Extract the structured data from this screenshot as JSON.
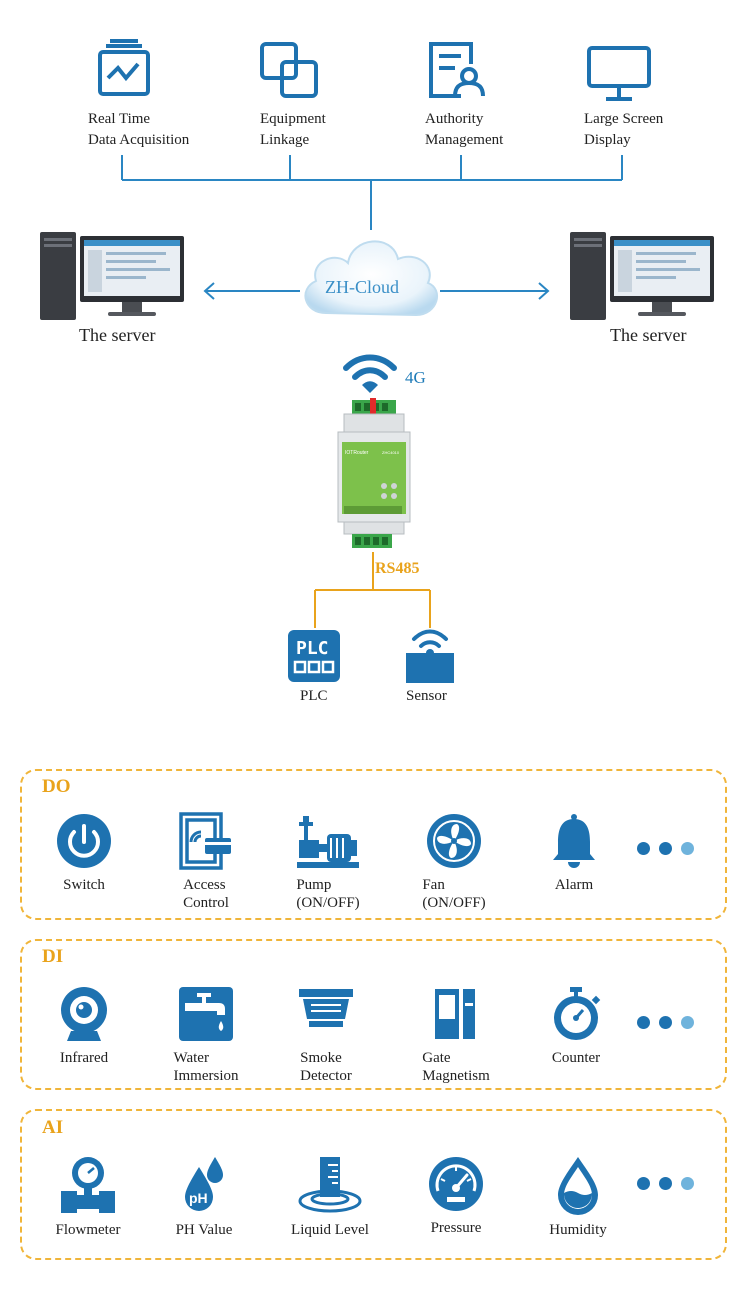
{
  "features": [
    {
      "icon": "monitor-chart-icon",
      "label_line1": "Real Time",
      "label_line2": "Data Acquisition"
    },
    {
      "icon": "linked-squares-icon",
      "label_line1": "Equipment",
      "label_line2": "Linkage"
    },
    {
      "icon": "id-card-user-icon",
      "label_line1": "Authority",
      "label_line2": "Management"
    },
    {
      "icon": "display-screen-icon",
      "label_line1": "Large Screen",
      "label_line2": "Display"
    }
  ],
  "cloud_label": "ZH-Cloud",
  "server_left_label": "The server",
  "server_right_label": "The server",
  "wireless_label": "4G",
  "router": {
    "brand": "IOTRouter",
    "model": "ZHC4010"
  },
  "bus_label": "RS485",
  "devices": [
    {
      "icon": "plc-icon",
      "label": "PLC"
    },
    {
      "icon": "wireless-sensor-icon",
      "label": "Sensor"
    }
  ],
  "panels": [
    {
      "title": "DO",
      "items": [
        {
          "icon": "power-switch-icon",
          "label": "Switch"
        },
        {
          "icon": "access-control-icon",
          "label": "Access\nControl"
        },
        {
          "icon": "pump-icon",
          "label": "Pump\n(ON/OFF)"
        },
        {
          "icon": "fan-icon",
          "label": "Fan\n(ON/OFF)"
        },
        {
          "icon": "alarm-bell-icon",
          "label": "Alarm"
        }
      ]
    },
    {
      "title": "DI",
      "items": [
        {
          "icon": "infrared-camera-icon",
          "label": "Infrared"
        },
        {
          "icon": "water-faucet-icon",
          "label": "Water\nImmersion"
        },
        {
          "icon": "smoke-detector-icon",
          "label": "Smoke\nDetector"
        },
        {
          "icon": "door-magnet-icon",
          "label": "Gate\nMagnetism"
        },
        {
          "icon": "stopwatch-icon",
          "label": "Counter"
        }
      ]
    },
    {
      "title": "AI",
      "items": [
        {
          "icon": "flowmeter-icon",
          "label": "Flowmeter"
        },
        {
          "icon": "ph-drop-icon",
          "label": "PH Value"
        },
        {
          "icon": "liquid-level-icon",
          "label": "Liquid Level"
        },
        {
          "icon": "pressure-gauge-icon",
          "label": "Pressure"
        },
        {
          "icon": "humidity-drop-icon",
          "label": "Humidity"
        }
      ]
    }
  ],
  "colors": {
    "primary": "#1e72b0",
    "accent": "#e9a31c",
    "line": "#2a86c3"
  }
}
